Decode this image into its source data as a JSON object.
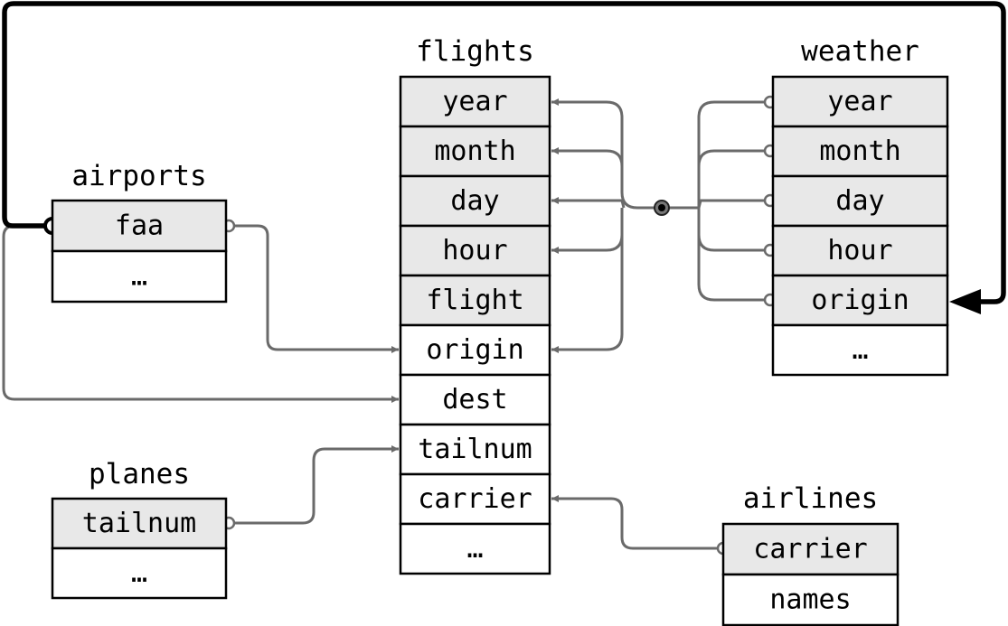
{
  "tables": {
    "flights": {
      "title": "flights",
      "fields": [
        {
          "name": "year",
          "key": true
        },
        {
          "name": "month",
          "key": true
        },
        {
          "name": "day",
          "key": true
        },
        {
          "name": "hour",
          "key": true
        },
        {
          "name": "flight",
          "key": true
        },
        {
          "name": "origin",
          "key": false
        },
        {
          "name": "dest",
          "key": false
        },
        {
          "name": "tailnum",
          "key": false
        },
        {
          "name": "carrier",
          "key": false
        },
        {
          "name": "…",
          "key": false
        }
      ]
    },
    "weather": {
      "title": "weather",
      "fields": [
        {
          "name": "year",
          "key": true
        },
        {
          "name": "month",
          "key": true
        },
        {
          "name": "day",
          "key": true
        },
        {
          "name": "hour",
          "key": true
        },
        {
          "name": "origin",
          "key": true
        },
        {
          "name": "…",
          "key": false
        }
      ]
    },
    "airports": {
      "title": "airports",
      "fields": [
        {
          "name": "faa",
          "key": true
        },
        {
          "name": "…",
          "key": false
        }
      ]
    },
    "planes": {
      "title": "planes",
      "fields": [
        {
          "name": "tailnum",
          "key": true
        },
        {
          "name": "…",
          "key": false
        }
      ]
    },
    "airlines": {
      "title": "airlines",
      "fields": [
        {
          "name": "carrier",
          "key": true
        },
        {
          "name": "names",
          "key": false
        }
      ]
    }
  },
  "colors": {
    "key_fill": "#e8e8e8",
    "plain_fill": "#ffffff",
    "border": "#000000",
    "link": "#6a6a6a",
    "link_highlight": "#000000"
  }
}
